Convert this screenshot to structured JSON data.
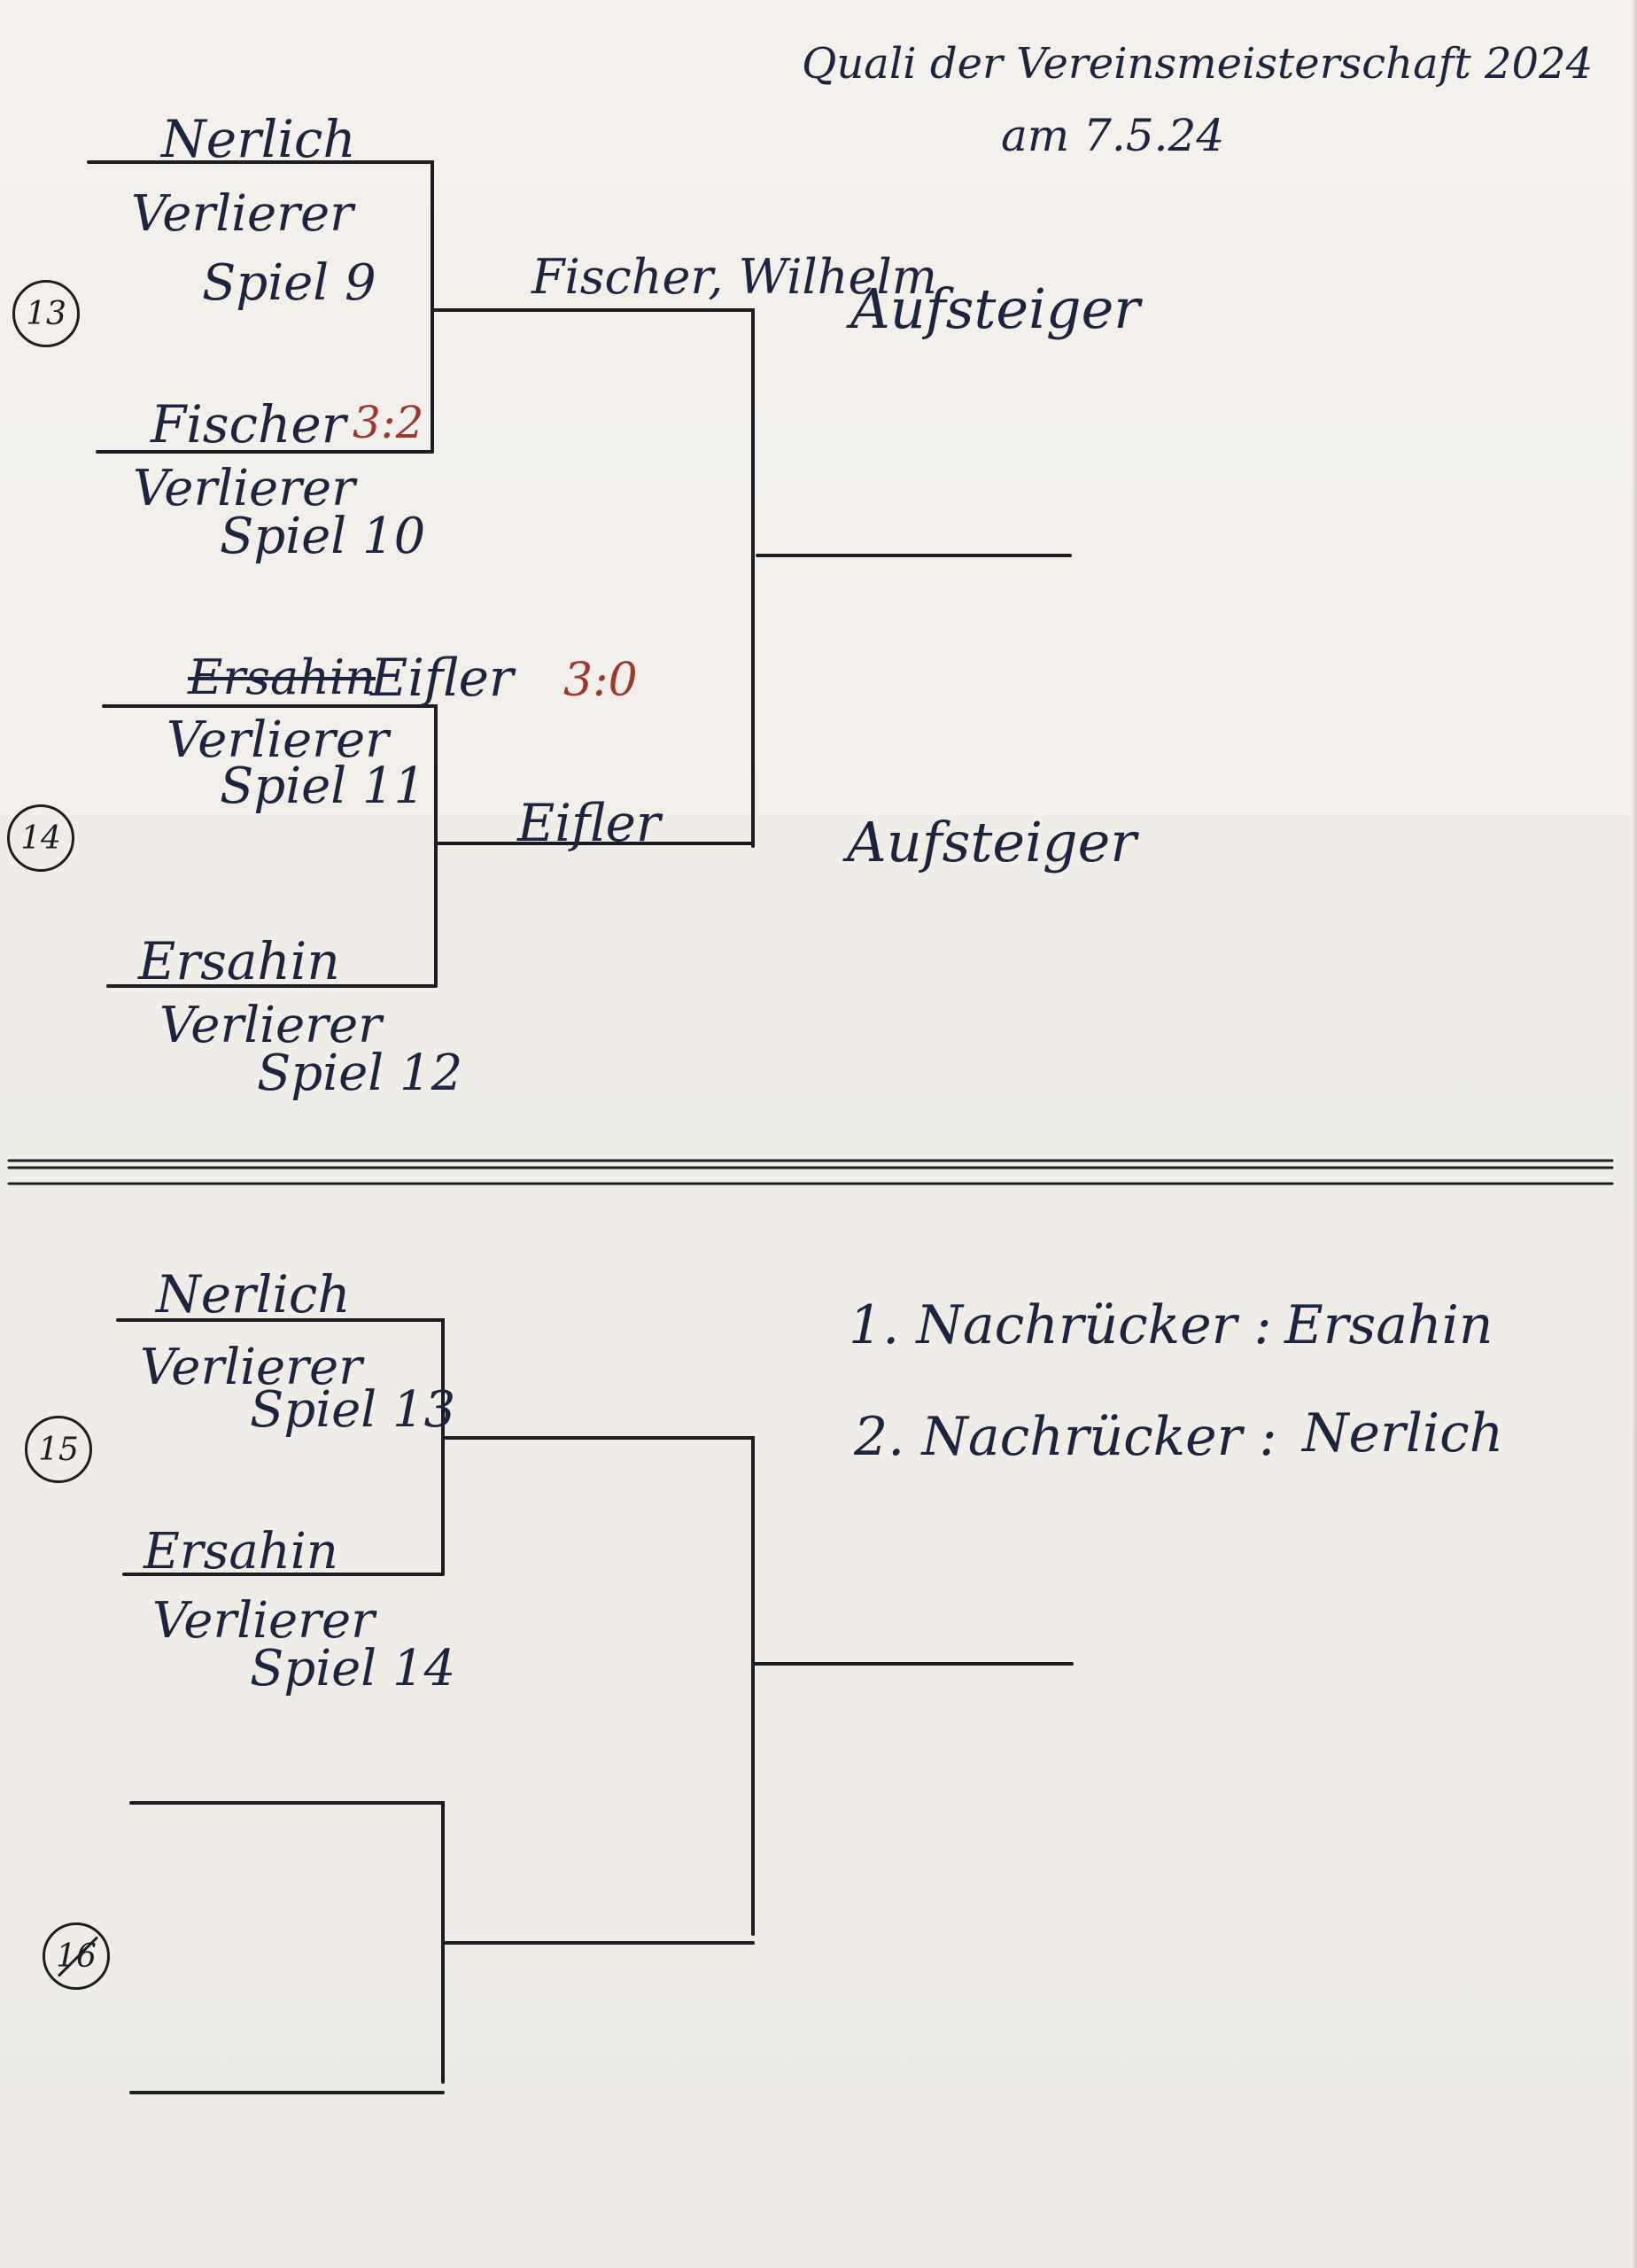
{
  "header": {
    "title": "Quali der Vereinsmeisterschaft 2024",
    "date": "am 7.5.24"
  },
  "match13": {
    "number": "13",
    "slot1": {
      "name": "Nerlich",
      "source_line1": "Verlierer",
      "source_line2": "Spiel 9"
    },
    "slot2": {
      "name": "Fischer",
      "score": "3:2",
      "source_line1": "Verlierer",
      "source_line2": "Spiel 10"
    },
    "winner": "Fischer, Wilhelm"
  },
  "match14": {
    "number": "14",
    "slot1": {
      "name_struck": "Ersahin",
      "name": "Eifler",
      "score": "3:0",
      "source_line1": "Verlierer",
      "source_line2": "Spiel 11"
    },
    "slot2": {
      "name": "Ersahin",
      "source_line1": "Verlierer",
      "source_line2": "Spiel 12"
    },
    "winner": "Eifler"
  },
  "notes": {
    "aufsteiger_1": "Aufsteiger",
    "aufsteiger_2": "Aufsteiger"
  },
  "match15": {
    "number": "15",
    "slot1": {
      "name": "Nerlich",
      "source_line1": "Verlierer",
      "source_line2": "Spiel 13"
    },
    "slot2": {
      "name": "Ersahin",
      "source_line1": "Verlierer",
      "source_line2": "Spiel 14"
    }
  },
  "match16": {
    "number": "16"
  },
  "nachruecker": {
    "first_label": "1. Nachrücker :",
    "first_name": "Ersahin",
    "second_label": "2. Nachrücker :",
    "second_name": "Nerlich"
  },
  "colors": {
    "ink": "#1c2440",
    "score_ink": "#9b3a2a",
    "line": "#1c1c22"
  }
}
